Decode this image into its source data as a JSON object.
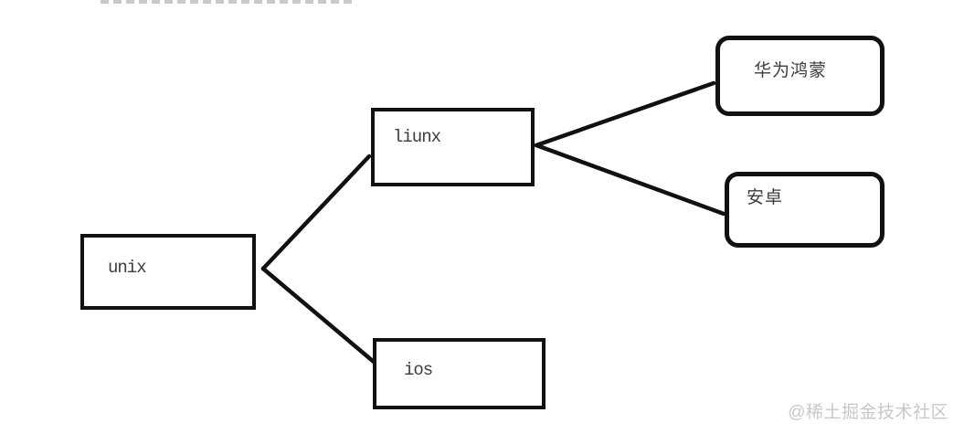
{
  "diagram": {
    "type": "tree",
    "nodes": {
      "unix": {
        "label": "unix",
        "shape": "rectangle"
      },
      "liunx": {
        "label": "liunx",
        "shape": "rectangle"
      },
      "ios": {
        "label": "ios",
        "shape": "rectangle"
      },
      "harmony": {
        "label": "华为鸿蒙",
        "shape": "rounded-rectangle"
      },
      "android": {
        "label": "安卓",
        "shape": "rounded-rectangle"
      }
    },
    "edges": [
      {
        "from": "unix",
        "to": "liunx"
      },
      {
        "from": "unix",
        "to": "ios"
      },
      {
        "from": "liunx",
        "to": "harmony"
      },
      {
        "from": "liunx",
        "to": "android"
      }
    ],
    "colors": {
      "stroke": "#111111",
      "label_text": "#3d3d3d",
      "background": "#ffffff"
    }
  },
  "watermark": {
    "text": "@稀土掘金技术社区",
    "color": "#c8c8c8"
  }
}
